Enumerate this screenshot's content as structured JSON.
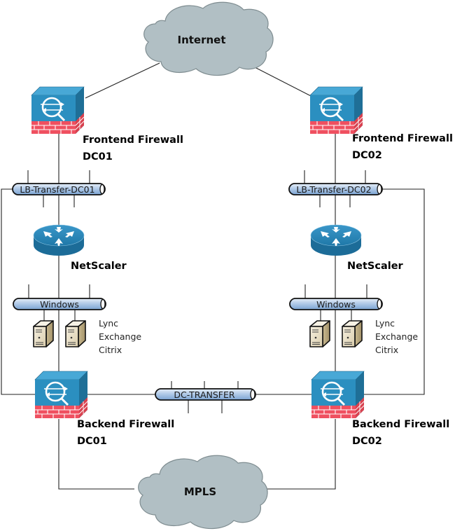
{
  "diagram": {
    "title": "Dual data-center firewall / NetScaler topology",
    "colors": {
      "cloud_fill": "#b1bfc4",
      "cloud_stroke": "#7e8c90",
      "firewall_front": "#2b8fc0",
      "firewall_top": "#3a9fcf",
      "firewall_side": "#1f6f97",
      "firewall_brick": "#ee4a5a",
      "router_top": "#2a86b8",
      "router_side": "#1c6992",
      "segment_fill_top": "#dce8f4",
      "segment_fill_bottom": "#8db3dc",
      "server_body": "#ede4cf",
      "line": "#222222"
    },
    "clouds": {
      "internet": {
        "label": "Internet",
        "icon": "cloud-icon"
      },
      "mpls": {
        "label": "MPLS",
        "icon": "cloud-icon"
      }
    },
    "dc01": {
      "frontend_firewall": {
        "line1": "Frontend Firewall",
        "line2": "DC01",
        "icon": "firewall-icon"
      },
      "lb_segment": {
        "label": "LB-Transfer-DC01"
      },
      "netscaler": {
        "label": "NetScaler",
        "icon": "router-icon"
      },
      "windows_segment": {
        "label": "Windows"
      },
      "servers": {
        "apps": [
          "Lync",
          "Exchange",
          "Citrix"
        ],
        "icon": "server-icon"
      },
      "backend_firewall": {
        "line1": "Backend Firewall",
        "line2": "DC01",
        "icon": "firewall-icon"
      }
    },
    "dc02": {
      "frontend_firewall": {
        "line1": "Frontend Firewall",
        "line2": "DC02",
        "icon": "firewall-icon"
      },
      "lb_segment": {
        "label": "LB-Transfer-DC02"
      },
      "netscaler": {
        "label": "NetScaler",
        "icon": "router-icon"
      },
      "windows_segment": {
        "label": "Windows"
      },
      "servers": {
        "apps": [
          "Lync",
          "Exchange",
          "Citrix"
        ],
        "icon": "server-icon"
      },
      "backend_firewall": {
        "line1": "Backend Firewall",
        "line2": "DC02",
        "icon": "firewall-icon"
      }
    },
    "dc_transfer": {
      "label": "DC-TRANSFER"
    }
  }
}
